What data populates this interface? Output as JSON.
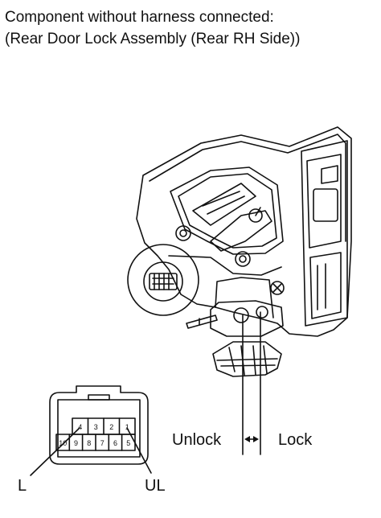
{
  "header": {
    "line1": "Component without harness connected:",
    "line2": "(Rear Door Lock Assembly (Rear RH Side))"
  },
  "labels": {
    "unlock": "Unlock",
    "lock": "Lock",
    "left_terminal": "L",
    "right_terminal": "UL"
  },
  "connector": {
    "top_row": [
      "4",
      "3",
      "2",
      "1"
    ],
    "bottom_row": [
      "10",
      "9",
      "8",
      "7",
      "6",
      "5"
    ]
  }
}
